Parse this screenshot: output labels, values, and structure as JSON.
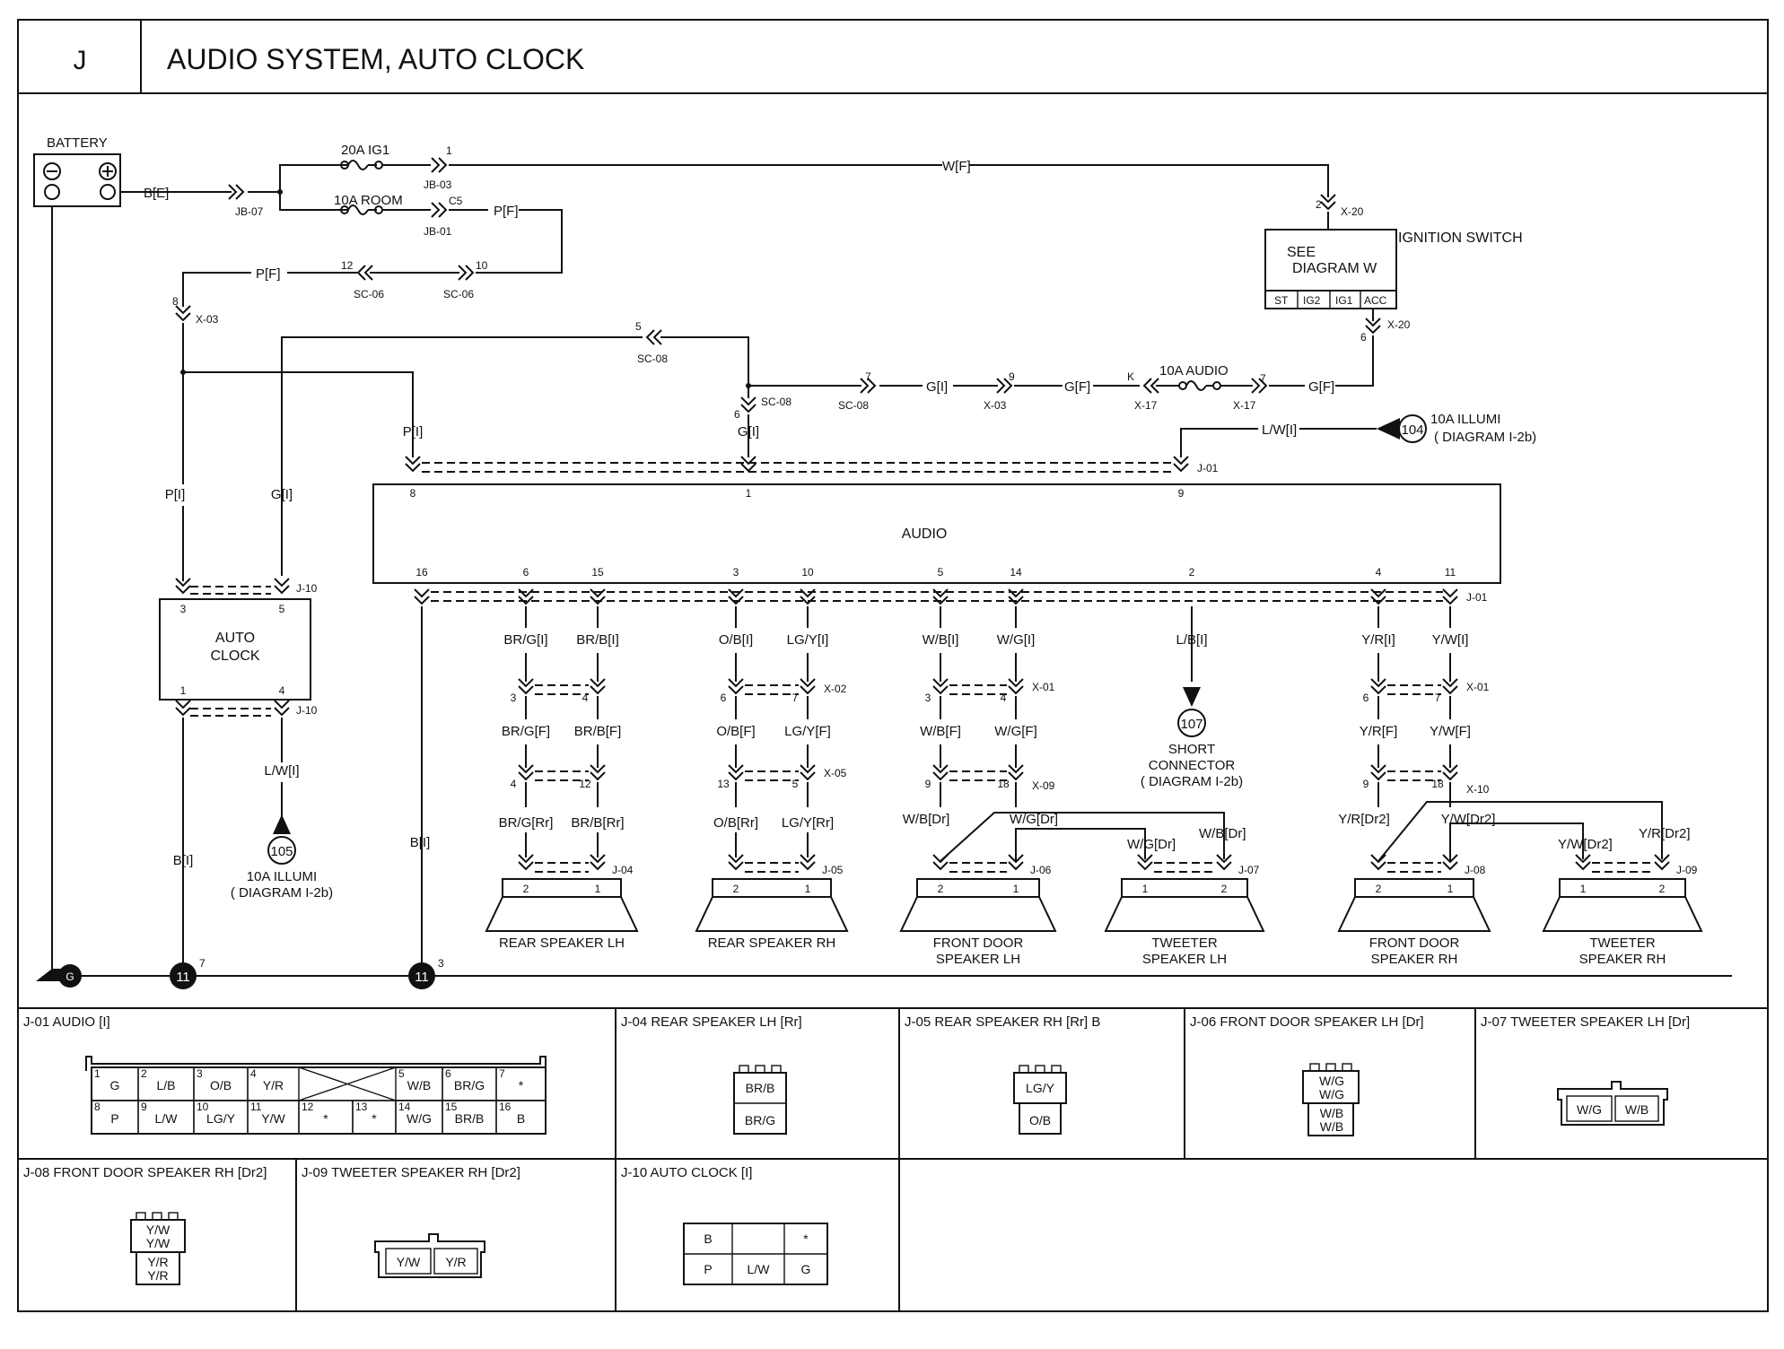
{
  "header": {
    "section": "J",
    "title": "AUDIO SYSTEM, AUTO CLOCK"
  },
  "components": {
    "battery": "BATTERY",
    "fuse_ig1": "20A IG1",
    "fuse_room": "10A ROOM",
    "fuse_audio": "10A AUDIO",
    "ignition_switch": "IGNITION SWITCH",
    "see_diagram_line1": "SEE",
    "see_diagram_line2": "DIAGRAM W",
    "ign_terminals": [
      "ST",
      "IG2",
      "IG1",
      "ACC"
    ],
    "audio": "AUDIO",
    "auto_clock_line1": "AUTO",
    "auto_clock_line2": "CLOCK",
    "ground": "G",
    "illumi_104_num": "104",
    "illumi_104_line1": "10A ILLUMI",
    "illumi_104_line2": "( DIAGRAM I-2b)",
    "illumi_105_num": "105",
    "illumi_105_line1": "10A ILLUMI",
    "illumi_105_line2": "( DIAGRAM I-2b)",
    "short_107_num": "107",
    "short_107_line1": "SHORT",
    "short_107_line2": "CONNECTOR",
    "short_107_line3": "( DIAGRAM I-2b)",
    "ground_11a": "11",
    "ground_11a_pin": "7",
    "ground_11b": "11",
    "ground_11b_pin": "3"
  },
  "connectors": [
    "JB-07",
    "JB-03",
    "JB-01",
    "X-20",
    "SC-06",
    "X-03",
    "SC-08",
    "X-17",
    "J-01",
    "J-10",
    "X-02",
    "X-05",
    "X-01",
    "X-09",
    "X-10",
    "J-04",
    "J-05",
    "J-06",
    "J-07",
    "J-08",
    "J-09"
  ],
  "wires": {
    "b_e": "B[E]",
    "w_f": "W[F]",
    "p_f": "P[F]",
    "p_f2": "P[F]",
    "g_i": "G[I]",
    "g_f": "G[F]",
    "g_f2": "G[F]",
    "l_w_i": "L/W[I]",
    "p_i": "P[I]",
    "p_i2": "P[I]",
    "g_i2": "G[I]",
    "g_i3": "G[I]",
    "l_w_i2": "L/W[I]",
    "b_i": "B[I]",
    "b_i2": "B[I]"
  },
  "pins": {
    "jb03": "1",
    "jb01": "C5",
    "x20a": "2",
    "x20b": "6",
    "sc06a": "12",
    "sc06b": "10",
    "x03": "8",
    "sc08a": "5",
    "sc08b": "6",
    "sc08c": "7",
    "x03b": "9",
    "x17a": "K",
    "x17b": "7",
    "audio_top": [
      "8",
      "1",
      "9"
    ],
    "audio_bottom": [
      "16",
      "6",
      "15",
      "3",
      "10",
      "5",
      "14",
      "2",
      "4",
      "11"
    ],
    "clock_top": [
      "3",
      "5"
    ],
    "clock_bottom": [
      "1",
      "4"
    ]
  },
  "branches": [
    {
      "w1": "BR/G[I]",
      "p1": "3",
      "w2": "BR/G[F]",
      "p2": "4",
      "w3": "BR/G[Rr]"
    },
    {
      "w1": "BR/B[I]",
      "p1": "4",
      "w2": "BR/B[F]",
      "p2": "12",
      "w3": "BR/B[Rr]"
    },
    {
      "w1": "O/B[I]",
      "p1": "6",
      "w2": "O/B[F]",
      "p2": "13",
      "w3": "O/B[Rr]"
    },
    {
      "w1": "LG/Y[I]",
      "p1": "7",
      "w2": "LG/Y[F]",
      "p2": "5",
      "w3": "LG/Y[Rr]"
    },
    {
      "w1": "W/B[I]",
      "p1": "3",
      "w2": "W/B[F]",
      "p2": "9",
      "w3": "W/B[Dr]"
    },
    {
      "w1": "W/G[I]",
      "p1": "4",
      "w2": "W/G[F]",
      "p2": "18",
      "w3": "W/G[Dr]"
    },
    {
      "w1": "Y/R[I]",
      "p1": "6",
      "w2": "Y/R[F]",
      "p2": "9",
      "w3": "Y/R[Dr2]"
    },
    {
      "w1": "Y/W[I]",
      "p1": "7",
      "w2": "Y/W[F]",
      "p2": "18",
      "w3": "Y/W[Dr2]"
    }
  ],
  "tweeter_wires": {
    "wg": "W/G[Dr]",
    "wb": "W/B[Dr]",
    "yw": "Y/W[Dr2]",
    "yr": "Y/R[Dr2]"
  },
  "lb_wire": "L/B[I]",
  "speakers": [
    {
      "line1": "REAR SPEAKER LH",
      "line2": "",
      "pin_a": "2",
      "pin_b": "1"
    },
    {
      "line1": "REAR SPEAKER RH",
      "line2": "",
      "pin_a": "2",
      "pin_b": "1"
    },
    {
      "line1": "FRONT DOOR",
      "line2": "SPEAKER LH",
      "pin_a": "2",
      "pin_b": "1"
    },
    {
      "line1": "TWEETER",
      "line2": "SPEAKER LH",
      "pin_a": "1",
      "pin_b": "2"
    },
    {
      "line1": "FRONT DOOR",
      "line2": "SPEAKER RH",
      "pin_a": "2",
      "pin_b": "1"
    },
    {
      "line1": "TWEETER",
      "line2": "SPEAKER RH",
      "pin_a": "1",
      "pin_b": "2"
    }
  ],
  "views": {
    "j01": {
      "title": "J-01 AUDIO [I]",
      "row1": [
        {
          "n": "1",
          "v": "G"
        },
        {
          "n": "2",
          "v": "L/B"
        },
        {
          "n": "3",
          "v": "O/B"
        },
        {
          "n": "4",
          "v": "Y/R"
        },
        {
          "n": "5",
          "v": "W/B"
        },
        {
          "n": "6",
          "v": "BR/G"
        },
        {
          "n": "7",
          "v": "*"
        }
      ],
      "row2": [
        {
          "n": "8",
          "v": "P"
        },
        {
          "n": "9",
          "v": "L/W"
        },
        {
          "n": "10",
          "v": "LG/Y"
        },
        {
          "n": "11",
          "v": "Y/W"
        },
        {
          "n": "12",
          "v": "*"
        },
        {
          "n": "13",
          "v": "*"
        },
        {
          "n": "14",
          "v": "W/G"
        },
        {
          "n": "15",
          "v": "BR/B"
        },
        {
          "n": "16",
          "v": "B"
        }
      ]
    },
    "j04": {
      "title": "J-04 REAR SPEAKER LH [Rr]",
      "c1": "BR/B",
      "c2": "BR/G"
    },
    "j05": {
      "title": "J-05 REAR SPEAKER RH [Rr] B",
      "c1": "LG/Y",
      "c2": "O/B"
    },
    "j06": {
      "title": "J-06 FRONT DOOR SPEAKER LH [Dr]",
      "c1": "W/G",
      "c1b": "W/G",
      "c2": "W/B",
      "c2b": "W/B"
    },
    "j07": {
      "title": "J-07 TWEETER SPEAKER LH [Dr]",
      "c1": "W/G",
      "c2": "W/B"
    },
    "j08": {
      "title": "J-08 FRONT DOOR SPEAKER RH [Dr2]",
      "c1": "Y/W",
      "c1b": "Y/W",
      "c2": "Y/R",
      "c2b": "Y/R"
    },
    "j09": {
      "title": "J-09 TWEETER SPEAKER RH [Dr2]",
      "c1": "Y/W",
      "c2": "Y/R"
    },
    "j10": {
      "title": "J-10 AUTO CLOCK [I]",
      "c1": "B",
      "c2": "*",
      "c3": "P",
      "c4": "L/W",
      "c5": "G"
    }
  }
}
